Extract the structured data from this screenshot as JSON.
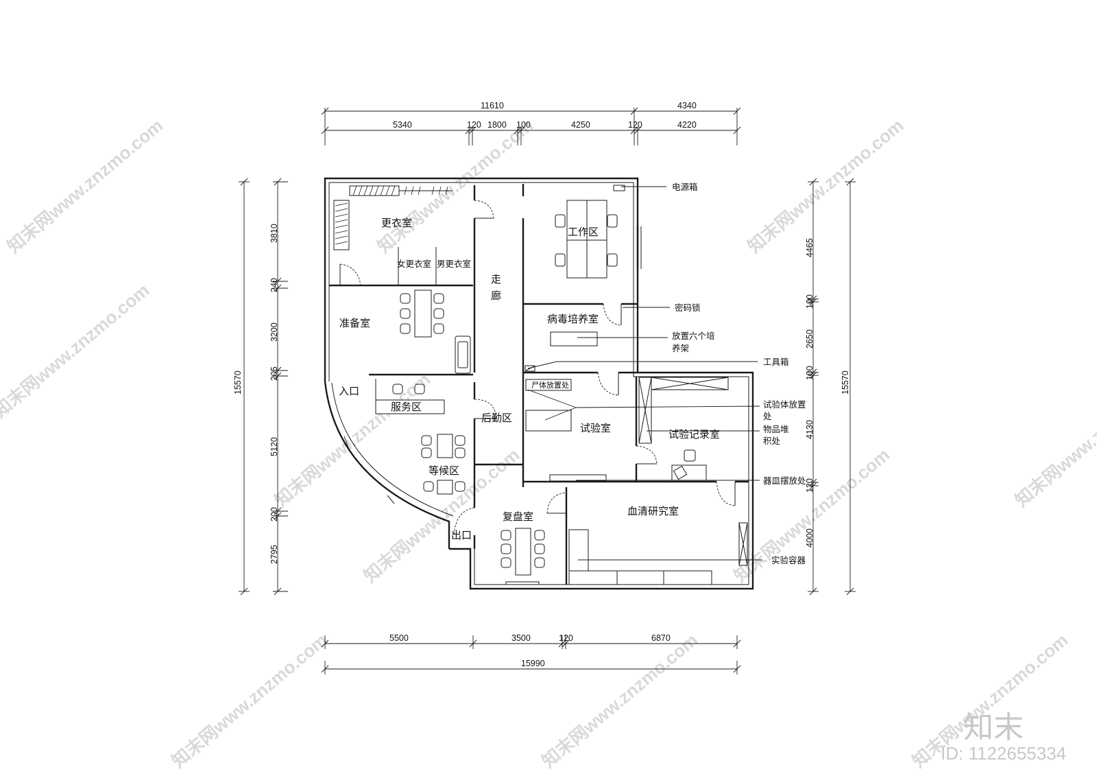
{
  "rooms": {
    "changing_room": "更衣室",
    "female_changing": "女更衣室",
    "male_changing": "男更衣室",
    "work_area": "工作区",
    "corridor_1": "走",
    "corridor_2": "廊",
    "prep_room": "准备室",
    "virus_culture": "病毒培养室",
    "entrance": "入口",
    "service_area": "服务区",
    "logistics": "后勤区",
    "corpse_storage": "尸体放置处",
    "lab": "试验室",
    "lab_record": "试验记录室",
    "waiting_area": "等候区",
    "review_room": "复盘室",
    "exit": "出口",
    "serum_lab": "血清研究室"
  },
  "annotations": {
    "power_box": "电源箱",
    "password_lock": "密码锁",
    "six_racks_1": "放置六个培",
    "six_racks_2": "养架",
    "toolbox": "工具箱",
    "specimen_1": "试验体放置",
    "specimen_2": "处",
    "storage_1": "物品堆",
    "storage_2": "积处",
    "dish_place": "器皿摆放处",
    "containers": "实验容器"
  },
  "dimensions": {
    "top_total_left": "11610",
    "top_total_right": "4340",
    "top_segments": [
      "5340",
      "120",
      "1800",
      "100",
      "4250",
      "120",
      "4220"
    ],
    "bottom_segments": [
      "5500",
      "3500",
      "120",
      "6870"
    ],
    "bottom_total": "15990",
    "left_total": "15570",
    "left_segments": [
      "3810",
      "240",
      "3200",
      "205",
      "5120",
      "200",
      "2795"
    ],
    "right_total": "15570",
    "right_segments": [
      "4465",
      "100",
      "2650",
      "100",
      "4130",
      "120",
      "4000"
    ]
  },
  "watermark": {
    "text": "知末网www.znzmo.com",
    "brand": "知末",
    "id": "ID: 1122655334"
  }
}
